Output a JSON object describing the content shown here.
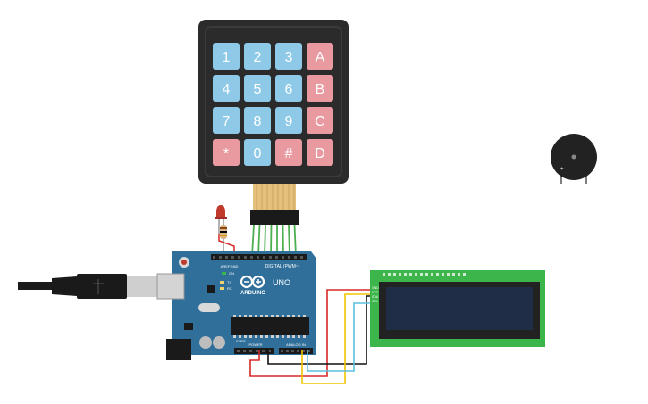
{
  "keypad": {
    "keys": [
      {
        "label": "1",
        "kind": "digit"
      },
      {
        "label": "2",
        "kind": "digit"
      },
      {
        "label": "3",
        "kind": "digit"
      },
      {
        "label": "A",
        "kind": "letter"
      },
      {
        "label": "4",
        "kind": "digit"
      },
      {
        "label": "5",
        "kind": "digit"
      },
      {
        "label": "6",
        "kind": "digit"
      },
      {
        "label": "B",
        "kind": "letter"
      },
      {
        "label": "7",
        "kind": "digit"
      },
      {
        "label": "8",
        "kind": "digit"
      },
      {
        "label": "9",
        "kind": "digit"
      },
      {
        "label": "C",
        "kind": "letter"
      },
      {
        "label": "*",
        "kind": "symbol"
      },
      {
        "label": "0",
        "kind": "digit"
      },
      {
        "label": "#",
        "kind": "symbol"
      },
      {
        "label": "D",
        "kind": "letter"
      }
    ],
    "colors": {
      "body": "#2b2b2b",
      "digit": "#8ec9e8",
      "letter": "#e89aa0",
      "text": "#ffffff"
    }
  },
  "arduino": {
    "brand": "ARDUINO",
    "model": "UNO",
    "digital_label": "DIGITAL (PWM~)",
    "power_label": "POWER",
    "analog_label": "ANALOG IN",
    "aref_label": "AREF",
    "gnd_label": "GND",
    "tx_label": "TX",
    "rx_label": "RX",
    "on_label": "ON",
    "reset_label": "RESET",
    "ioref_label": "IOREF",
    "colors": {
      "board": "#2f6f9a",
      "header": "#1a1a1a",
      "accent": "#ffffff"
    }
  },
  "lcd": {
    "pins": [
      "GND",
      "VCC",
      "SDA",
      "SCL"
    ],
    "colors": {
      "board": "#3cb54a",
      "screen": "#1f2d46",
      "frame": "#222222"
    }
  },
  "wires": {
    "colors": {
      "red": "#d62828",
      "yellow": "#f2c400",
      "black": "#111111",
      "cyan": "#5bc0de",
      "green": "#4caf50",
      "tan": "#e3c17b"
    }
  },
  "led": {
    "color": "#c0392b"
  },
  "buzzer": {
    "plus_label": "+",
    "minus_label": "-"
  }
}
